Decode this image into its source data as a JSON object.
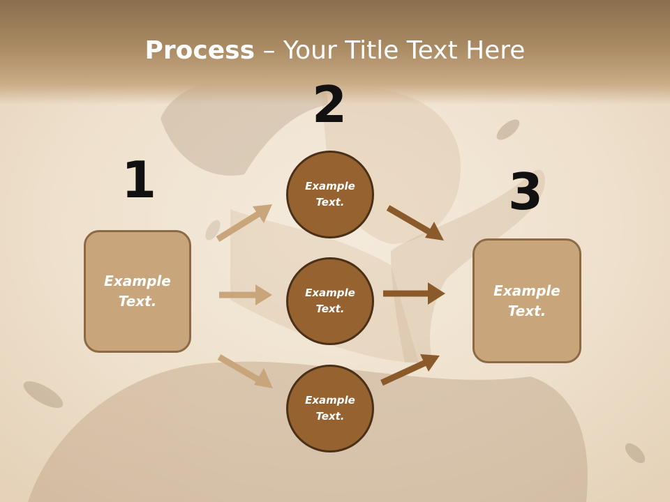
{
  "title": {
    "bold": "Process",
    "separator": " – ",
    "rest": "Your Title Text Here"
  },
  "steps": {
    "one": "1",
    "two": "2",
    "three": "3"
  },
  "boxes": {
    "left": "Example Text.",
    "right": "Example Text."
  },
  "circles": [
    "Example Text.",
    "Example Text.",
    "Example Text."
  ],
  "colors": {
    "box_fill": "#c8a57a",
    "circle_fill": "#966230",
    "arrow_light": "#c8a57a",
    "arrow_dark": "#8b5a2b",
    "title_band": "#a98a63"
  }
}
